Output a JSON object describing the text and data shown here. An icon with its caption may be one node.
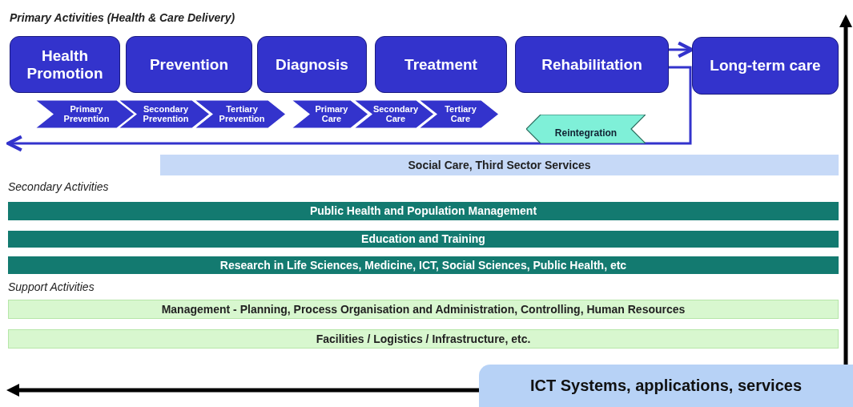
{
  "diagram": {
    "nodes": [
      {
        "text": [
          "Health Promotion"
        ]
      },
      {
        "text": [
          "Prevention"
        ]
      },
      {
        "text": [
          "Diagnosis"
        ]
      },
      {
        "text": [
          "Treatment"
        ]
      },
      {
        "text": [
          "Rehabilitation"
        ]
      },
      {
        "text": [
          "Long-term care"
        ]
      },
      {
        "text": [
          "Primary Prevention"
        ]
      },
      {
        "text": [
          "Secondary Prevention"
        ]
      },
      {
        "text": [
          "Tertiary Prevention"
        ]
      },
      {
        "text": [
          "Primary Care"
        ]
      },
      {
        "text": [
          "Secondary Care"
        ]
      },
      {
        "text": [
          "Tertiary Care"
        ]
      },
      {
        "text": [
          "Reintegration"
        ]
      },
      {
        "text": [
          "Social Care, Third Sector Services"
        ]
      },
      {
        "text": [
          "Public Health and Population Management"
        ]
      },
      {
        "text": [
          "Education and Training"
        ]
      },
      {
        "text": [
          "Research in Life Sciences, Medicine, ICT, Social Sciences, Public Health, etc"
        ]
      },
      {
        "text": [
          "Management - Planning, Process Organisation and Administration,  Controlling, Human Resources"
        ]
      },
      {
        "text": [
          "Facilities / Logistics / Infrastructure, etc."
        ]
      },
      {
        "text": [
          "ICT Systems, applications, services"
        ]
      }
    ],
    "edges": [
      {
        "from": 4,
        "to": 5,
        "arrow": "to"
      },
      {
        "from": 4,
        "to": null,
        "arrow": "to"
      }
    ],
    "labels": [
      "Primary Activities (Health & Care Delivery)",
      "Secondary Activities",
      "Support Activities"
    ]
  }
}
